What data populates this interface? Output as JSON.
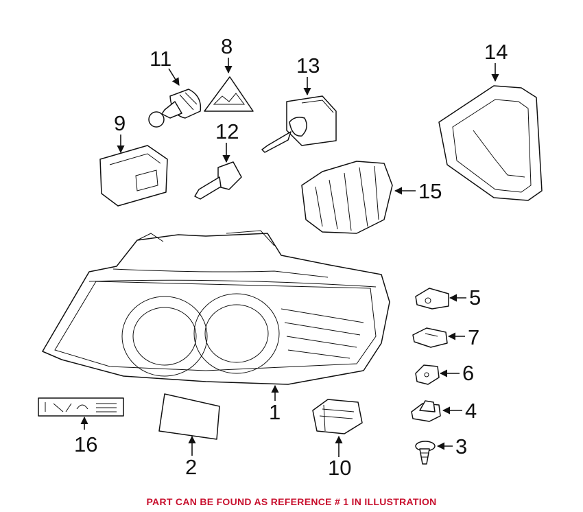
{
  "callouts": {
    "c1": "1",
    "c2": "2",
    "c3": "3",
    "c4": "4",
    "c5": "5",
    "c6": "6",
    "c7": "7",
    "c8": "8",
    "c9": "9",
    "c10": "10",
    "c11": "11",
    "c12": "12",
    "c13": "13",
    "c14": "14",
    "c15": "15",
    "c16": "16"
  },
  "footer": {
    "note": "PART CAN BE FOUND AS REFERENCE # 1 IN ILLUSTRATION",
    "color": "#c8102e"
  },
  "icons": {
    "arrowhead": "arrow-marker"
  }
}
